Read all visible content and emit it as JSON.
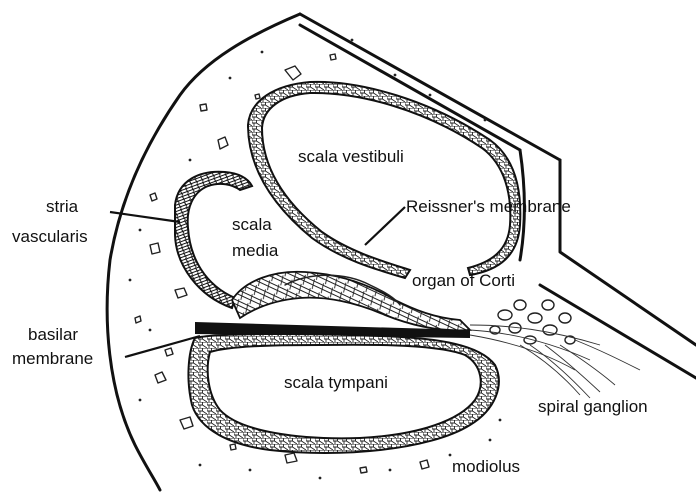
{
  "labels": {
    "scala_vestibuli": "scala vestibuli",
    "stria_vascularis_line1": "stria",
    "stria_vascularis_line2": "vascularis",
    "scala_media_line1": "scala",
    "scala_media_line2": "media",
    "reissners_membrane": "Reissner's membrane",
    "organ_of_corti": "organ of Corti",
    "basilar_membrane_line1": "basilar",
    "basilar_membrane_line2": "membrane",
    "scala_tympani": "scala tympani",
    "spiral_ganglion": "spiral ganglion",
    "modiolus": "modiolus"
  },
  "colors": {
    "ink": "#111111",
    "paper": "#ffffff"
  }
}
